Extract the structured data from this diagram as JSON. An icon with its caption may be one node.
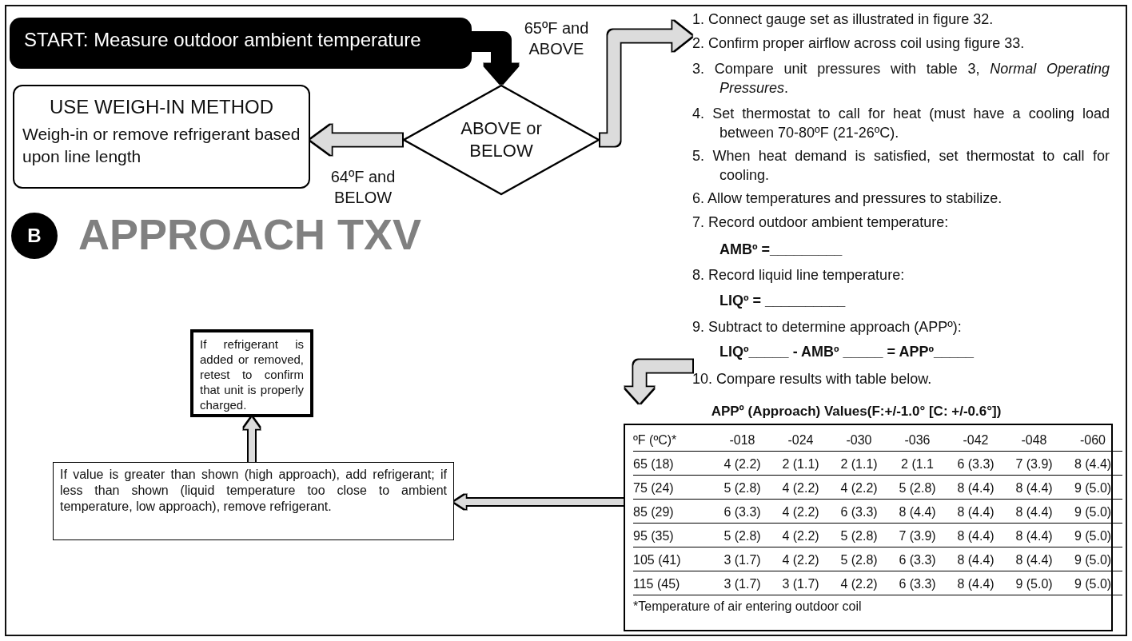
{
  "diagram": {
    "title": "APPROACH TXV",
    "nodes": [
      {
        "text": [
          "START: Measure outdoor ambient temperature"
        ]
      },
      {
        "text": [
          "ABOVE or BELOW"
        ]
      },
      {
        "text": [
          "USE WEIGH-IN METHOD",
          "Weigh-in or remove refrigerant based upon line length"
        ]
      },
      {
        "text": [
          "1. Connect gauge set as illustrated in figure 32.",
          "2. Confirm proper airflow across coil using figure 33.",
          "3. Compare unit pressures with table 3, *Normal Operating Pressures*.",
          "4. Set thermostat to call for heat (must have a cooling load between 70-80ºF (21-26ºC).",
          "5. When heat demand is satisfied, set thermostat to call for cooling.",
          "6. Allow temperatures and pressures to stabilize.",
          "7. Record outdoor ambient temperature:",
          "AMBº =_________",
          "8. Record liquid line temperature:",
          "LIQº = __________",
          "9. Subtract to determine approach (APPº):",
          "LIQº_____ - AMBº _____ = APPº_____",
          "10. Compare results with table below."
        ]
      },
      {
        "text": [
          "APPº (Approach) Values(F:+/-1.0° [C: +/-0.6°])",
          "ºF (ºC)*",
          "-018",
          "-024",
          "-030",
          "-036",
          "-042",
          "-048",
          "-060",
          "65 (18)",
          "4 (2.2)",
          "2 (1.1)",
          "2 (1.1)",
          "2 (1.1",
          "6 (3.3)",
          "7 (3.9)",
          "8 (4.4)",
          "75 (24)",
          "5 (2.8)",
          "4 (2.2)",
          "4 (2.2)",
          "5 (2.8)",
          "8 (4.4)",
          "8 (4.4)",
          "9 (5.0)",
          "85 (29)",
          "6 (3.3)",
          "4 (2.2)",
          "6 (3.3)",
          "8 (4.4)",
          "8 (4.4)",
          "8 (4.4)",
          "9 (5.0)",
          "95 (35)",
          "5 (2.8)",
          "4 (2.2)",
          "5 (2.8)",
          "7 (3.9)",
          "8 (4.4)",
          "8 (4.4)",
          "9 (5.0)",
          "105 (41)",
          "3 (1.7)",
          "4 (2.2)",
          "5 (2.8)",
          "6 (3.3)",
          "8 (4.4)",
          "8 (4.4)",
          "9 (5.0)",
          "115 (45)",
          "3 (1.7)",
          "3 (1.7)",
          "4 (2.2)",
          "6 (3.3)",
          "8 (4.4)",
          "9 (5.0)",
          "9 (5.0)",
          "*Temperature of air entering outdoor coil"
        ]
      },
      {
        "text": [
          "If value is greater than shown (high approach), add refrigerant; if less than shown (liquid temperature too close to ambient temperature, low approach), remove refrigerant."
        ]
      },
      {
        "text": [
          "If refrigerant is added or removed, retest to confirm that unit is properly charged."
        ]
      },
      {
        "text": [
          "B"
        ]
      }
    ],
    "edges": [
      {
        "from": 0,
        "to": 1,
        "arrow": "to",
        "color": "#000000"
      },
      {
        "from": 1,
        "to": 3,
        "arrow": "to",
        "label": "65ºF and ABOVE"
      },
      {
        "from": 1,
        "to": 2,
        "arrow": "to",
        "label": "64ºF and BELOW"
      },
      {
        "from": 3,
        "to": 4,
        "arrow": "to"
      },
      {
        "from": 4,
        "to": 5,
        "arrow": "to"
      },
      {
        "from": 5,
        "to": 6,
        "arrow": "to"
      }
    ]
  }
}
